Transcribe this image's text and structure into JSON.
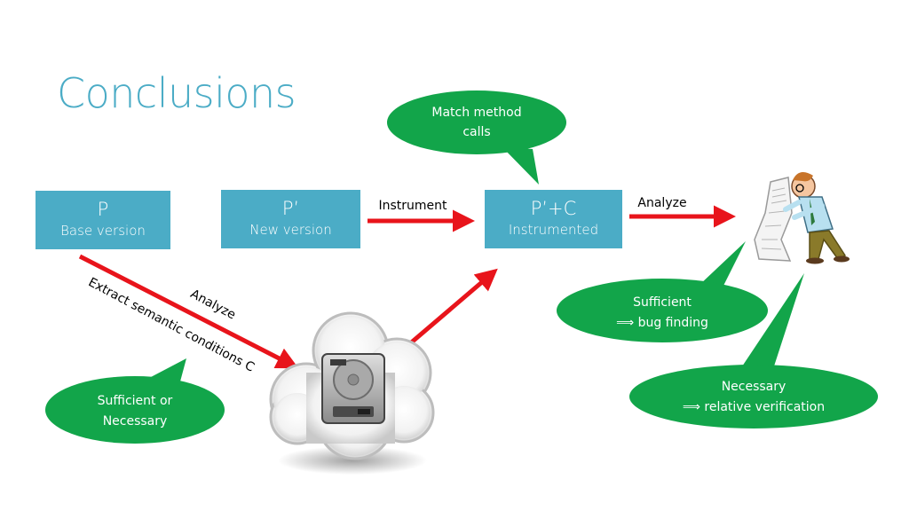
{
  "slide": {
    "title": "Conclusions"
  },
  "boxes": {
    "p": {
      "symbol": "P",
      "label": "Base version"
    },
    "p_prime": {
      "symbol": "P’",
      "label": "New version"
    },
    "p_prime_c": {
      "symbol": "P’+C",
      "label": "Instrumented"
    }
  },
  "arrows": {
    "instrument": "Instrument",
    "analyze_top": "Analyze",
    "analyze_diag": "Analyze",
    "extract": "Extract semantic conditions C"
  },
  "bubbles": {
    "match": [
      "Match method",
      "calls"
    ],
    "sufficient_or_necessary": [
      "Sufficient or",
      "Necessary"
    ],
    "sufficient": [
      "Sufficient",
      "⟹ bug finding"
    ],
    "necessary": [
      "Necessary",
      "⟹ relative verification"
    ]
  },
  "colors": {
    "accent": "#4bacc6",
    "bubble": "#12a54a",
    "arrow": "#e8141b"
  },
  "icons": {
    "cloud": "cloud-drive-icon",
    "analyst": "person-reading-printout-icon"
  }
}
